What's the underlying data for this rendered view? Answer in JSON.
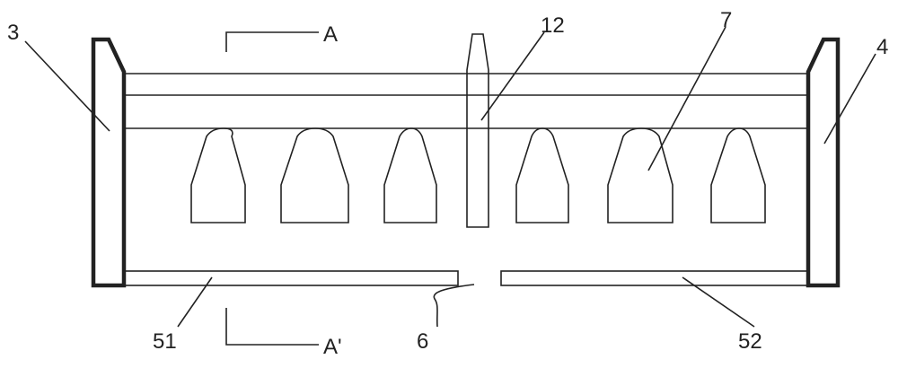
{
  "colors": {
    "stroke": "#222222",
    "background": "#ffffff"
  },
  "labels": {
    "part_3": "3",
    "part_4": "4",
    "part_12": "12",
    "part_7": "7",
    "part_51": "51",
    "part_52": "52",
    "part_6": "6",
    "section_a": "A",
    "section_a_prime": "A'"
  }
}
